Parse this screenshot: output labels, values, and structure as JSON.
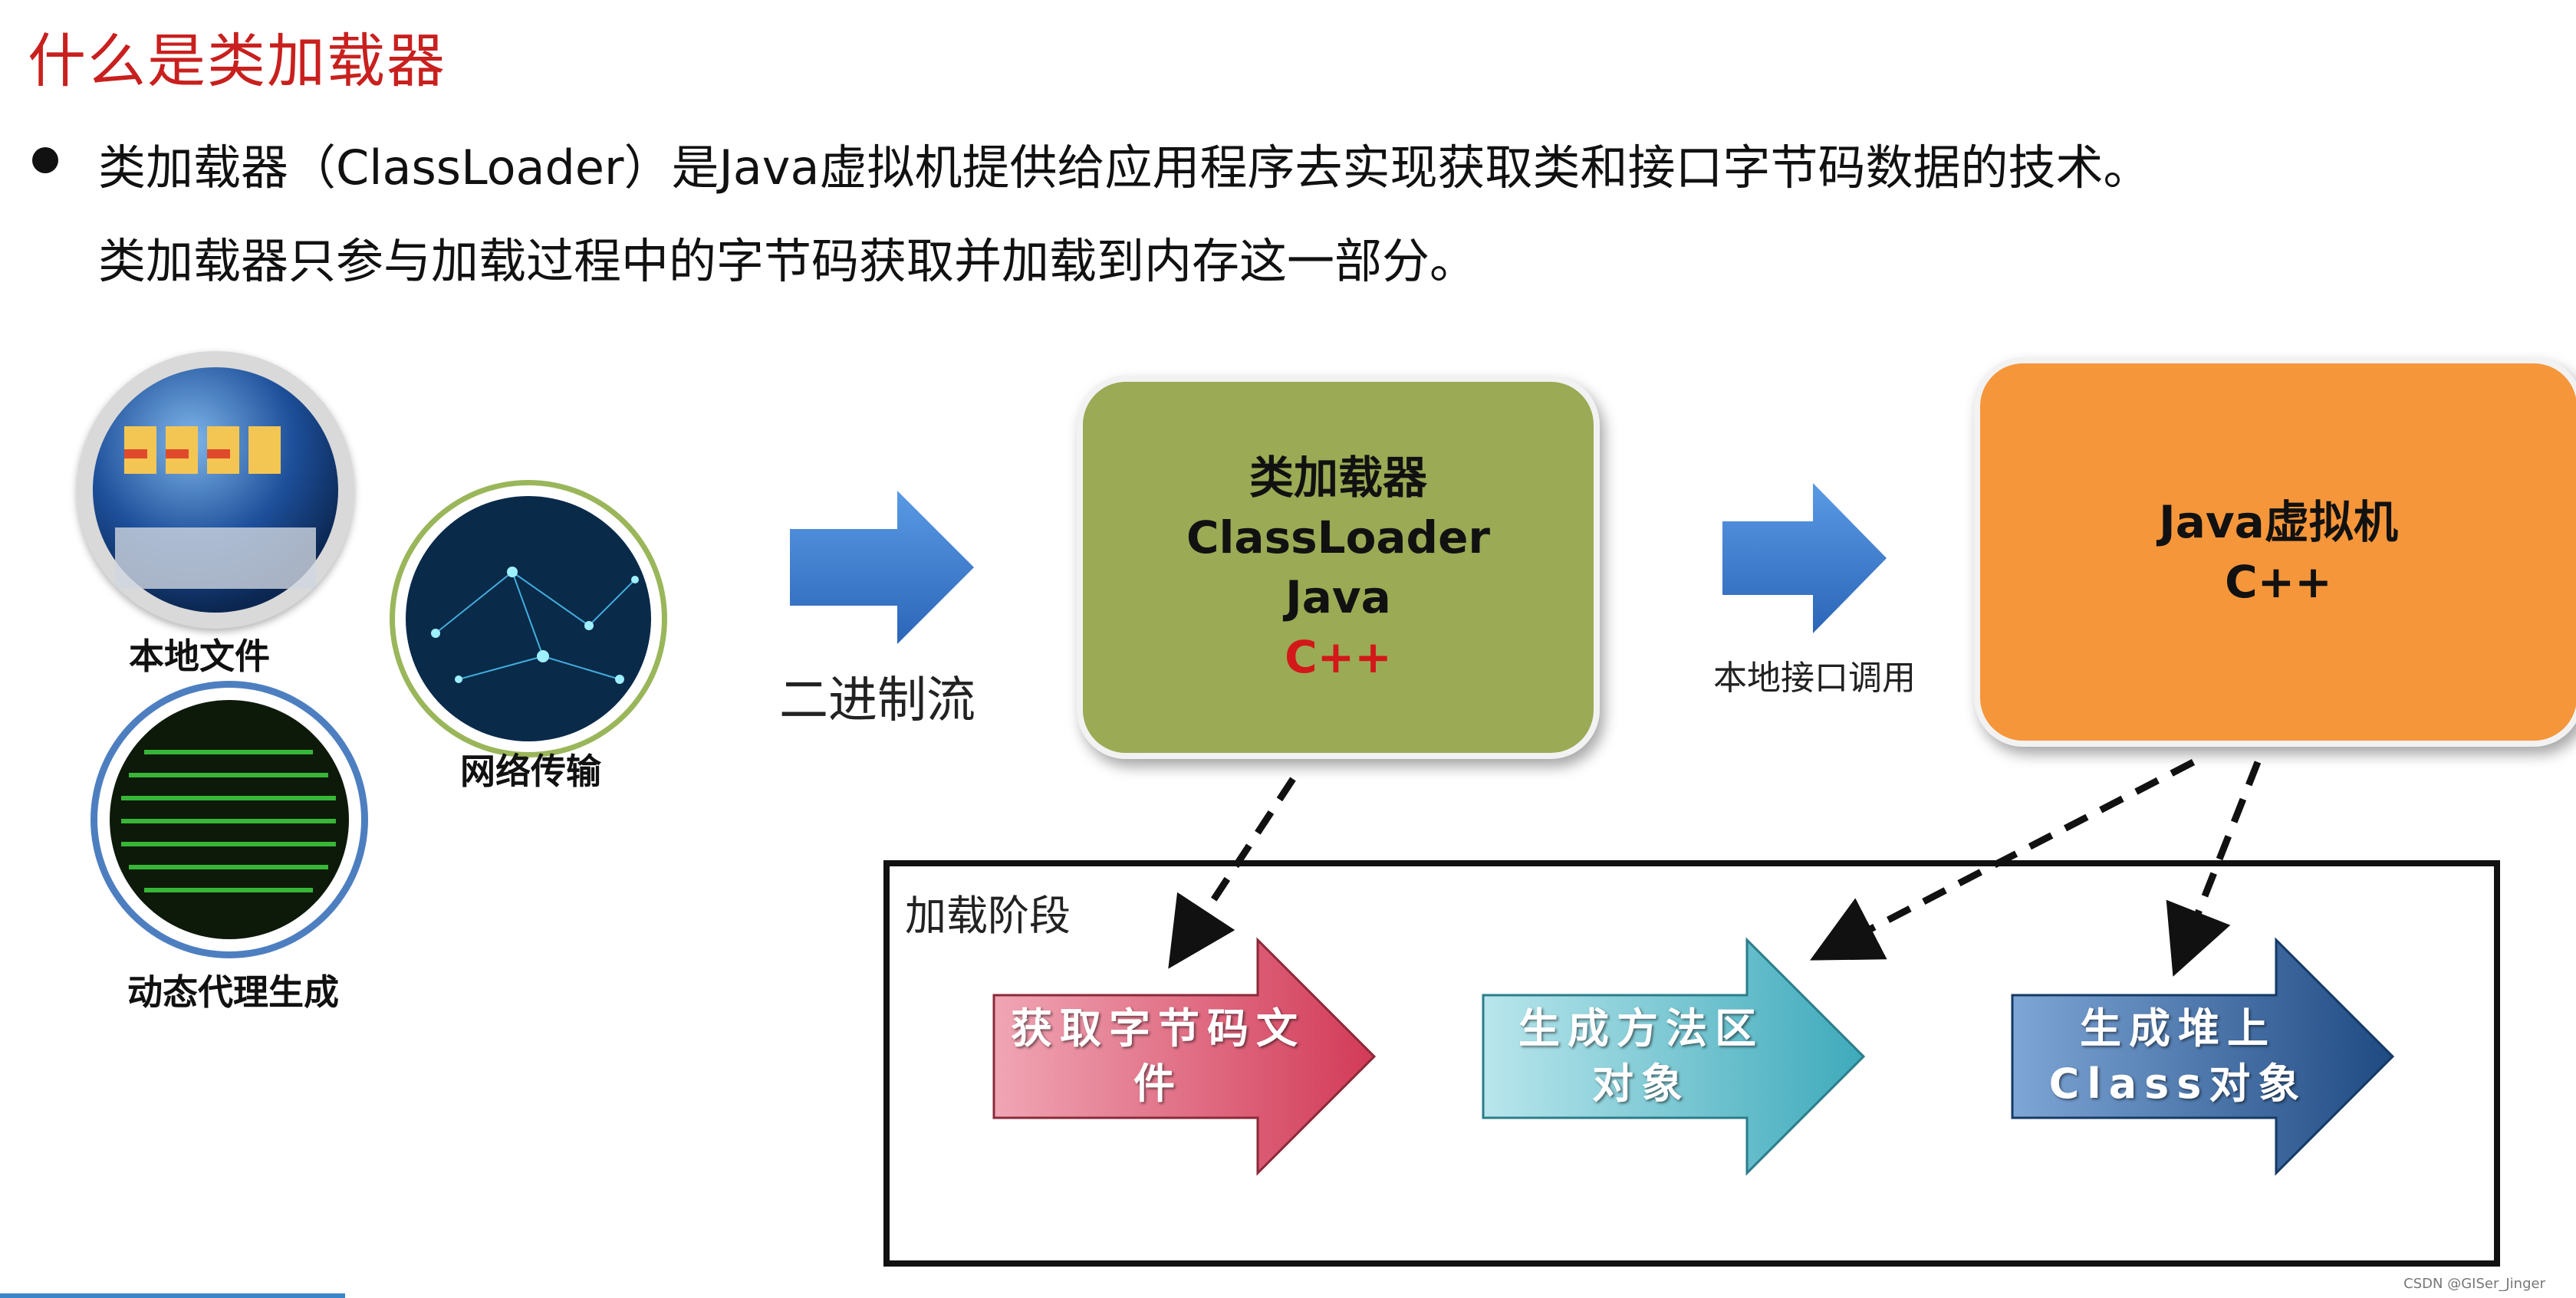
{
  "title": "什么是类加载器",
  "bullet": {
    "line1": "类加载器（ClassLoader）是Java虚拟机提供给应用程序去实现获取类和接口字节码数据的技术。",
    "line2": "类加载器只参与加载过程中的字节码获取并加载到内存这一部分。"
  },
  "sources": {
    "local_file": "本地文件",
    "network": "网络传输",
    "dynamic_proxy": "动态代理生成"
  },
  "binary_stream": "二进制流",
  "loader_box": {
    "line1": "类加载器",
    "line2": "ClassLoader",
    "line3": "Java",
    "line4": "C++"
  },
  "native_call": "本地接口调用",
  "jvm_box": {
    "line1": "Java虚拟机",
    "line2": "C++"
  },
  "stage": {
    "label": "加载阶段",
    "step1": "获取字节码文件",
    "step2": "生成方法区对象",
    "step3": "生成堆上Class对象"
  },
  "watermark": "CSDN @GISer_Jinger",
  "colors": {
    "title": "#c8201e",
    "loader_box": "#9aaa55",
    "jvm_box": "#f5963a",
    "arrow_blue": "#3f7fd0",
    "step1": "#d9455f",
    "step2": "#5fbcc8",
    "step3": "#2f5f9a"
  }
}
